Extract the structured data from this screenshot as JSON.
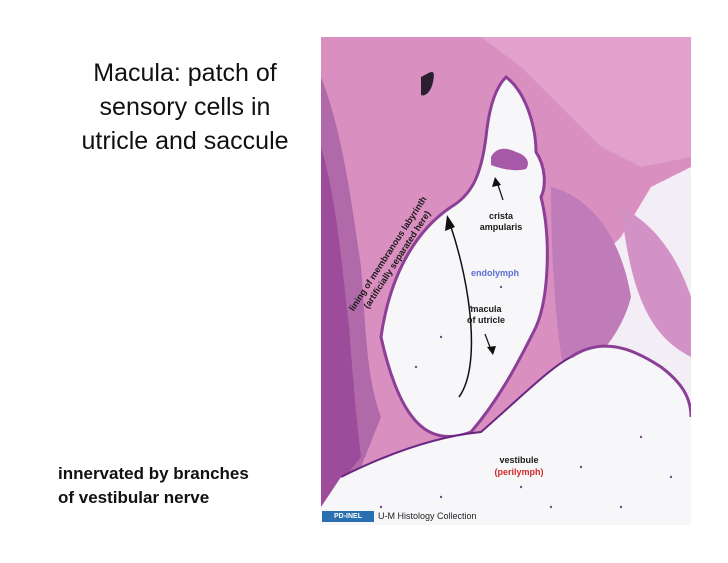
{
  "slide": {
    "title": "Macula: patch of\nsensory cells in\nutricle and saccule",
    "footnote": "innervated by branches\nof vestibular nerve"
  },
  "micrograph": {
    "labels": {
      "crista": "crista\nampularis",
      "endolymph": "endolymph",
      "macula": "macula\nof utricle",
      "lining": "lining of membranous labyrinth\n(artificially separated here)",
      "vestibule": "vestibule",
      "perilymph": "(perilymph)"
    },
    "credit_badge": "PD-INEL",
    "credit": "U-M Histology Collection"
  },
  "colors": {
    "bone_pink": "#d98fc0",
    "tissue_purple": "#8c3f96",
    "dark_purple": "#6a2580",
    "lumen": "#f7f6f9",
    "label_blue": "#5a6fd0",
    "label_red": "#d02a2a"
  }
}
